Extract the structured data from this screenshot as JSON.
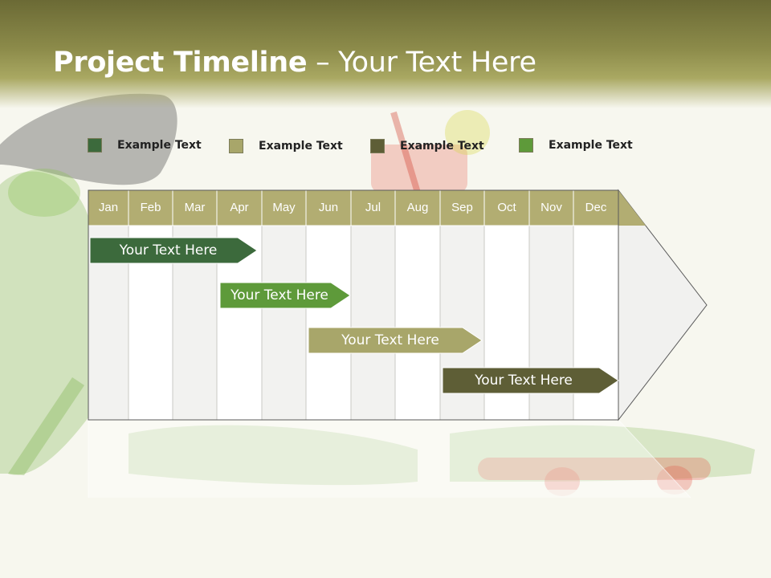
{
  "title": {
    "bold": "Project Timeline",
    "rest": " – Your Text Here"
  },
  "legend": [
    {
      "label": "Example Text",
      "color": "#3c6a3c"
    },
    {
      "label": "Example Text",
      "color": "#a8a66a"
    },
    {
      "label": "Example Text",
      "color": "#5e5e36"
    },
    {
      "label": "Example Text",
      "color": "#5e9a3a"
    }
  ],
  "months": [
    "Jan",
    "Feb",
    "Mar",
    "Apr",
    "May",
    "Jun",
    "Jul",
    "Aug",
    "Sep",
    "Oct",
    "Nov",
    "Dec"
  ],
  "tasks": [
    {
      "label": "Your  Text Here",
      "color": "#3c6a3c"
    },
    {
      "label": "Your  Text Here",
      "color": "#5e9a3a"
    },
    {
      "label": "Your  Text Here",
      "color": "#a8a66a"
    },
    {
      "label": "Your  Text Here",
      "color": "#5e5e36"
    }
  ],
  "colors": {
    "header": "#b2ad72",
    "band_dark": "#f2f2f0",
    "band_light": "#ffffff"
  }
}
